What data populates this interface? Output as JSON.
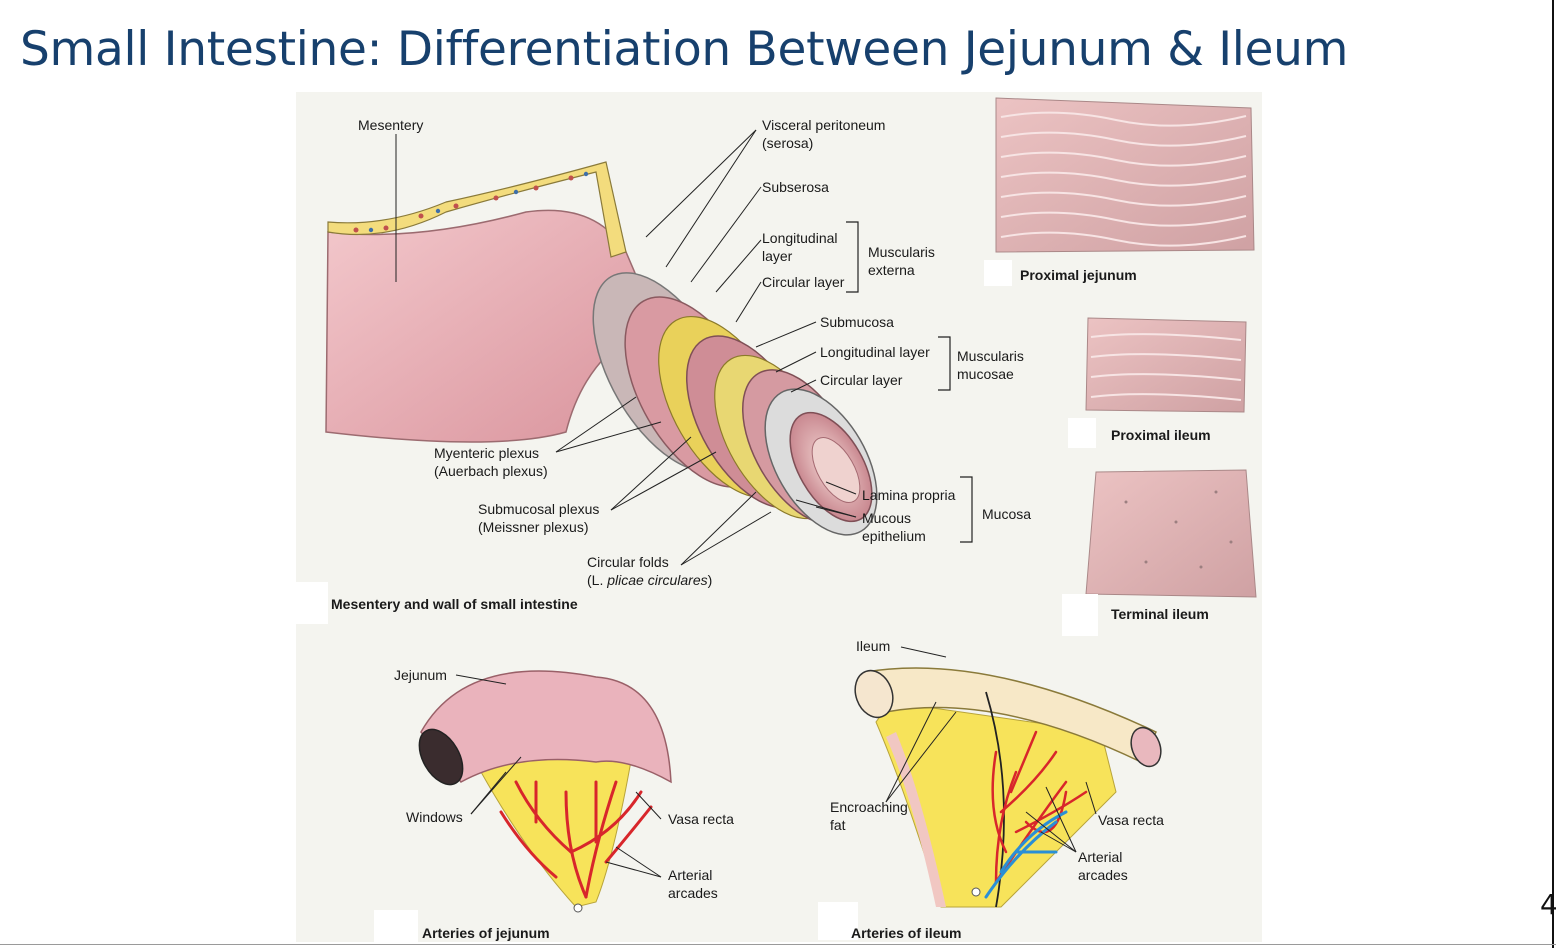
{
  "title": "Small Intestine: Differentiation Between Jejunum & Ileum",
  "page_number": "4",
  "figure": {
    "main_panel": {
      "caption": "Mesentery and wall of small intestine",
      "labels": {
        "mesentery": "Mesentery",
        "visceral_peritoneum": "Visceral peritoneum\n(serosa)",
        "subserosa": "Subserosa",
        "longitudinal_layer": "Longitudinal\nlayer",
        "circular_layer": "Circular layer",
        "muscularis_externa": "Muscularis\nexterna",
        "submucosa": "Submucosa",
        "mm_longitudinal_layer": "Longitudinal layer",
        "mm_circular_layer": "Circular layer",
        "muscularis_mucosae": "Muscularis\nmucosae",
        "myenteric_plexus": "Myenteric plexus\n(Auerbach plexus)",
        "submucosal_plexus": "Submucosal plexus\n(Meissner plexus)",
        "circular_folds": "Circular folds",
        "circular_folds_latin_prefix": "(L. ",
        "circular_folds_latin_term": "plicae circulares",
        "circular_folds_latin_suffix": ")",
        "lamina_propria": "Lamina propria",
        "mucous_epithelium": "Mucous\nepithelium",
        "mucosa": "Mucosa"
      }
    },
    "mucosa_samples": [
      {
        "caption": "Proximal jejunum"
      },
      {
        "caption": "Proximal ileum"
      },
      {
        "caption": "Terminal ileum"
      }
    ],
    "jejunum_panel": {
      "caption": "Arteries of jejunum",
      "labels": {
        "jejunum": "Jejunum",
        "windows": "Windows",
        "vasa_recta": "Vasa recta",
        "arterial_arcades": "Arterial\narcades"
      }
    },
    "ileum_panel": {
      "caption": "Arteries of ileum",
      "labels": {
        "ileum": "Ileum",
        "encroaching_fat": "Encroaching\nfat",
        "vasa_recta": "Vasa recta",
        "arterial_arcades": "Arterial\narcades"
      }
    }
  },
  "colors": {
    "title": "#17406d",
    "intestine_pink": "#e8aeb5",
    "fat_yellow": "#f7e35a",
    "artery_red": "#d8262b",
    "vein_blue": "#2a8fd6"
  }
}
